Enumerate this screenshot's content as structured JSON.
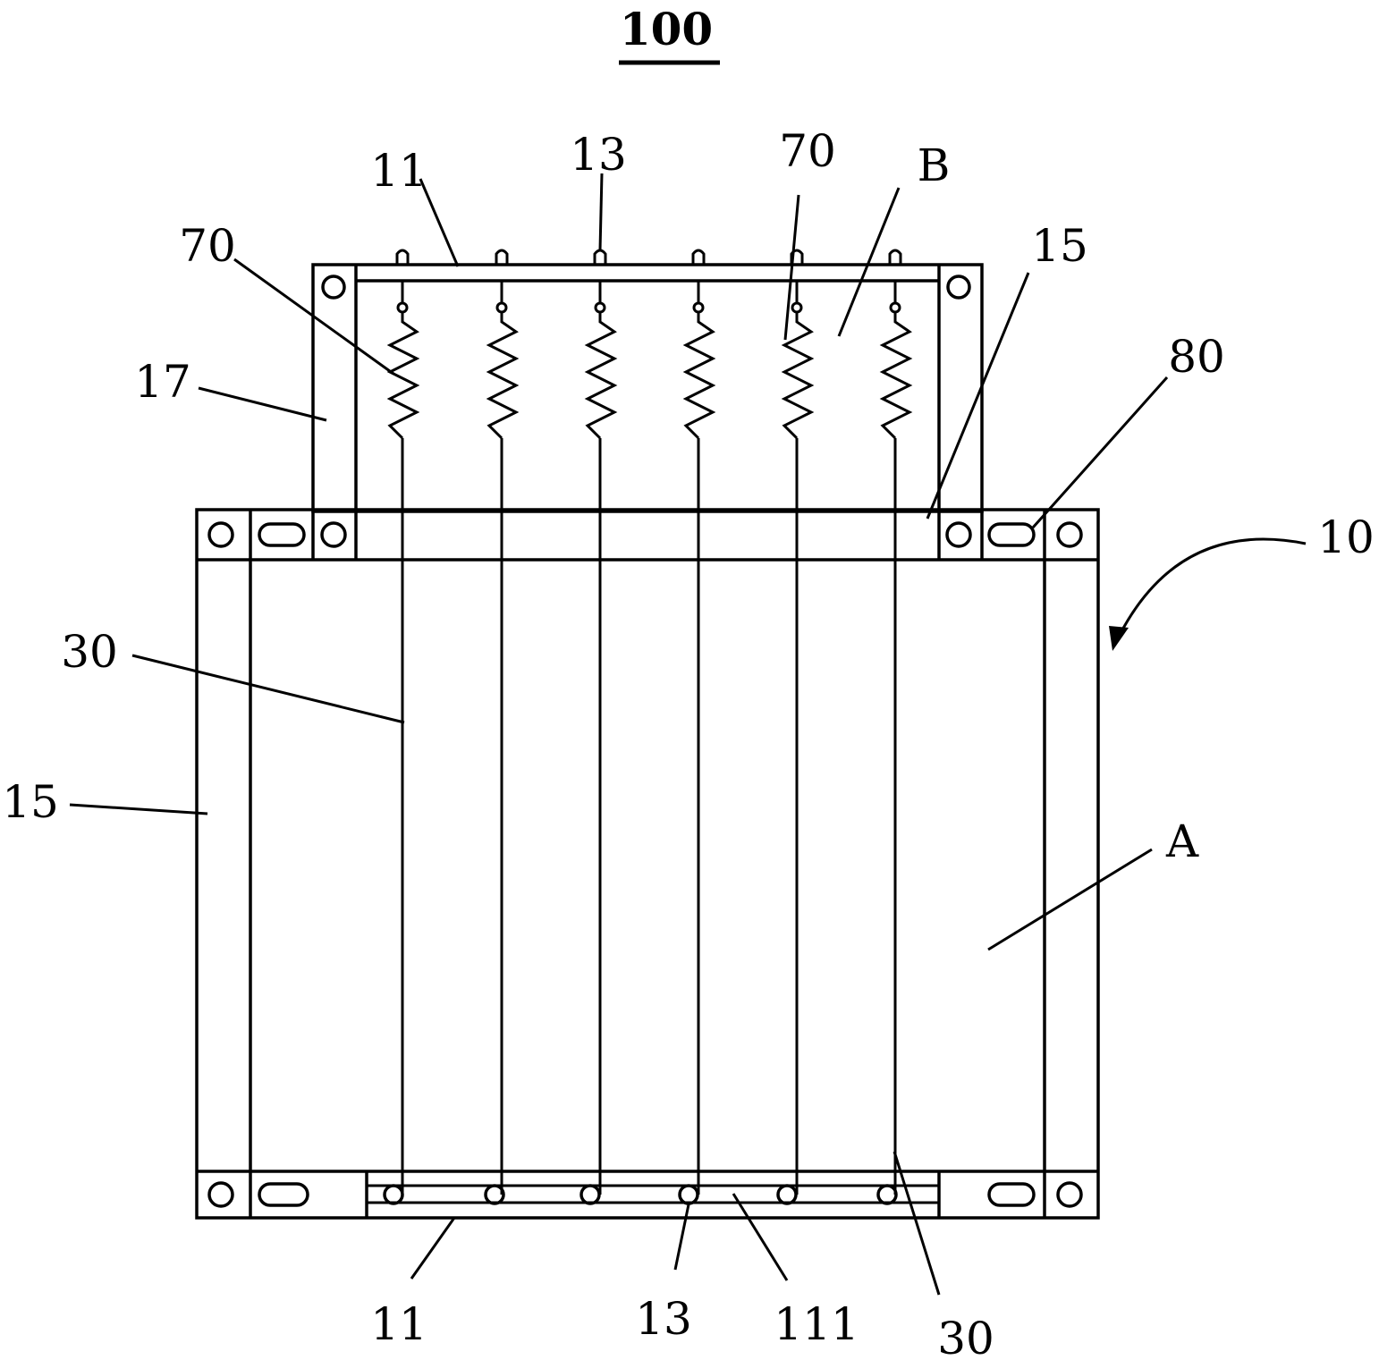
{
  "figure": {
    "number": "100",
    "labels": {
      "l11_top": "11",
      "l13_top": "13",
      "l70_left": "70",
      "l70_right": "70",
      "lB": "B",
      "l15_top": "15",
      "l80": "80",
      "l17": "17",
      "l10": "10",
      "l30_left": "30",
      "l15_left": "15",
      "lA": "A",
      "l11_bottom": "11",
      "l13_bottom": "13",
      "l111": "111",
      "l30_bottom": "30"
    }
  }
}
